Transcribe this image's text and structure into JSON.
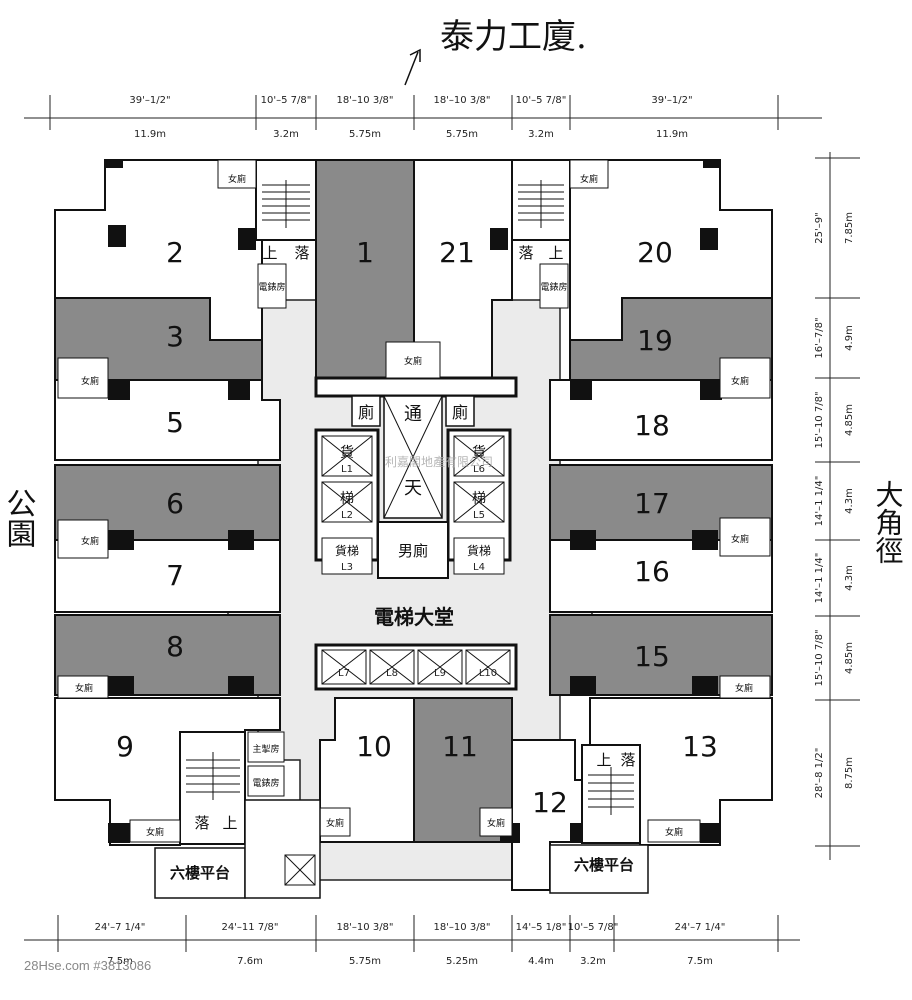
{
  "handwritten": {
    "building_name": "泰力工廈.",
    "left_note": "公園",
    "right_note": "大角徑"
  },
  "dimensions": {
    "top_imperial": [
      "39'–1/2\"",
      "10'–5 7/8\"",
      "18'–10 3/8\"",
      "18'–10 3/8\"",
      "10'–5 7/8\"",
      "39'–1/2\""
    ],
    "top_metric": [
      "11.9m",
      "3.2m",
      "5.75m",
      "5.75m",
      "3.2m",
      "11.9m"
    ],
    "bottom_imperial": [
      "24'–7 1/4\"",
      "24'–11 7/8\"",
      "18'–10 3/8\"",
      "18'–10 3/8\"",
      "14'–5 1/8\"",
      "10'–5 7/8\"",
      "24'–7 1/4\""
    ],
    "bottom_metric": [
      "7.5m",
      "7.6m",
      "5.75m",
      "5.25m",
      "4.4m",
      "3.2m",
      "7.5m"
    ],
    "right_imperial": [
      "25'–9\"",
      "16'–7/8\"",
      "15'–10 7/8\"",
      "14'–1 1/4\"",
      "14'–1 1/4\"",
      "15'–10 7/8\"",
      "28'–8 1/2\""
    ],
    "right_metric": [
      "7.85m",
      "4.9m",
      "4.85m",
      "4.3m",
      "4.3m",
      "4.85m",
      "8.75m"
    ]
  },
  "units": [
    {
      "id": "1",
      "label": "1",
      "shaded": true
    },
    {
      "id": "2",
      "label": "2",
      "shaded": false
    },
    {
      "id": "3",
      "label": "3",
      "shaded": true
    },
    {
      "id": "5",
      "label": "5",
      "shaded": false
    },
    {
      "id": "6",
      "label": "6",
      "shaded": true
    },
    {
      "id": "7",
      "label": "7",
      "shaded": false
    },
    {
      "id": "8",
      "label": "8",
      "shaded": true
    },
    {
      "id": "9",
      "label": "9",
      "shaded": false
    },
    {
      "id": "10",
      "label": "10",
      "shaded": false
    },
    {
      "id": "11",
      "label": "11",
      "shaded": true
    },
    {
      "id": "12",
      "label": "12",
      "shaded": false
    },
    {
      "id": "13",
      "label": "13",
      "shaded": false
    },
    {
      "id": "15",
      "label": "15",
      "shaded": true
    },
    {
      "id": "16",
      "label": "16",
      "shaded": false
    },
    {
      "id": "17",
      "label": "17",
      "shaded": true
    },
    {
      "id": "18",
      "label": "18",
      "shaded": false
    },
    {
      "id": "19",
      "label": "19",
      "shaded": true
    },
    {
      "id": "20",
      "label": "20",
      "shaded": false
    },
    {
      "id": "21",
      "label": "21",
      "shaded": false
    }
  ],
  "core_labels": {
    "lift_lobby": "電梯大堂",
    "mens_toilet": "男廁",
    "vent_1": "通",
    "vent_2": "天",
    "toilet": "廁",
    "goods_1": "貨",
    "goods_2": "梯",
    "lift_L1": "L1",
    "lift_L2": "L2",
    "lift_L3": "L3",
    "lift_L4": "L4",
    "lift_L5": "L5",
    "lift_L6": "L6",
    "lift_L7": "L7",
    "lift_L8": "L8",
    "lift_L9": "L9",
    "lift_L10": "L10",
    "goods_lift": "貨梯",
    "stair_up": "上",
    "stair_down": "落",
    "elec_room": "電錶房",
    "ladies_wc": "女廁",
    "main_room": "主掣房",
    "sixth_floor_terrace": "六樓平台"
  },
  "overlay": {
    "agent_watermark": "利嘉閣地產有限公司",
    "site_watermark": "28Hse.com #3813086"
  },
  "colors": {
    "shaded_unit": "#8a8a8a",
    "unshaded_unit": "#ffffff",
    "corridor": "#ebebeb",
    "ink": "#111111"
  }
}
